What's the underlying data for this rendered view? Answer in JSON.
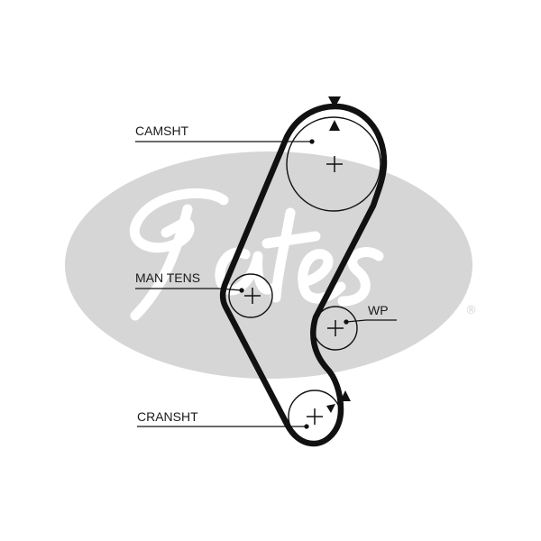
{
  "diagram": {
    "labels": {
      "camshaft": "CAMSHT",
      "manual_tensioner": "MAN TENS",
      "water_pump": "WP",
      "crankshaft": "CRANSHT"
    },
    "logo": {
      "brand": "Gates",
      "registered_mark": "®"
    },
    "colors": {
      "belt": "#111111",
      "logo": "#d6d6d6",
      "leader": "#111111"
    }
  }
}
